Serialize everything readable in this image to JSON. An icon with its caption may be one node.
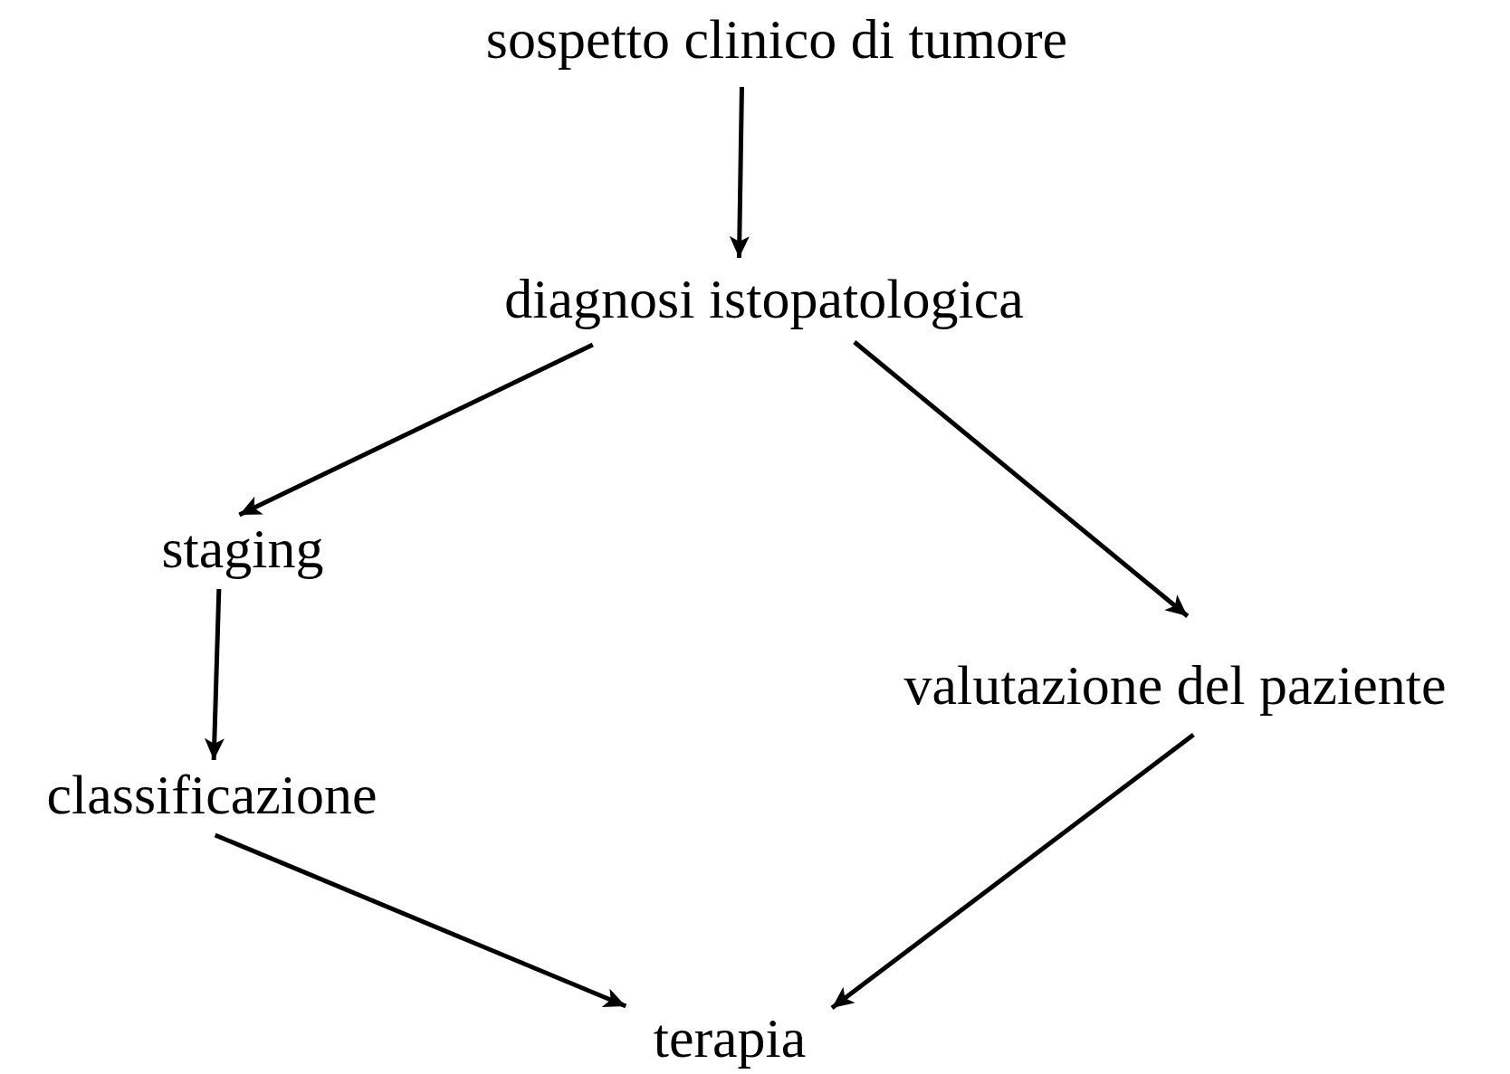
{
  "diagram": {
    "nodes": [
      {
        "text": [
          "sospetto clinico di tumore"
        ]
      },
      {
        "text": [
          "diagnosi istopatologica"
        ]
      },
      {
        "text": [
          "staging"
        ]
      },
      {
        "text": [
          "classificazione"
        ]
      },
      {
        "text": [
          "valutazione del paziente"
        ]
      },
      {
        "text": [
          "terapia"
        ]
      }
    ],
    "edges": [
      {
        "from": 0,
        "to": 1,
        "arrow": "to"
      },
      {
        "from": 1,
        "to": 2,
        "arrow": "to"
      },
      {
        "from": 1,
        "to": 4,
        "arrow": "to"
      },
      {
        "from": 2,
        "to": 3,
        "arrow": "to"
      },
      {
        "from": 3,
        "to": 5,
        "arrow": "to"
      },
      {
        "from": 4,
        "to": 5,
        "arrow": "to"
      }
    ]
  }
}
